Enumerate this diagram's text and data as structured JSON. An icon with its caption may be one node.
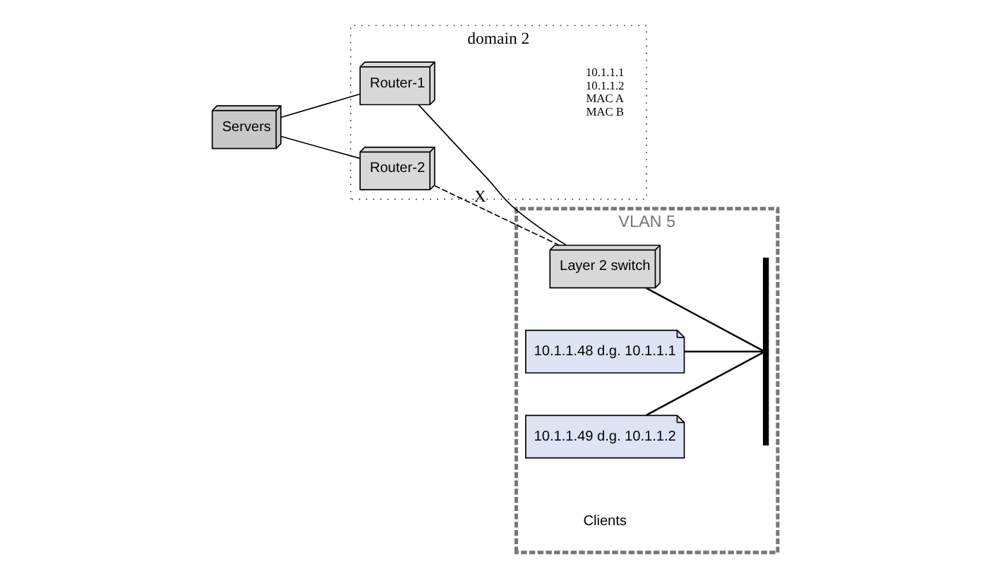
{
  "diagram": {
    "nodes": [
      {
        "text": [
          "VLAN 5"
        ]
      },
      {
        "text": [
          "domain 2"
        ]
      },
      {
        "text": [
          "Servers"
        ]
      },
      {
        "text": [
          "Router-1"
        ],
        "in": 1,
        "beside": [
          "10.1.1.1",
          "10.1.1.2",
          "MAC A",
          "MAC B"
        ]
      },
      {
        "text": [
          "Router-2"
        ],
        "in": 1
      },
      {
        "text": [
          "Layer 2 switch"
        ],
        "in": 0
      },
      {
        "text": [],
        "shape": "bar",
        "in": 0
      },
      {
        "text": [
          "10.1.1.48 d.g. 10.1.1.1"
        ],
        "in": 0
      },
      {
        "text": [
          "10.1.1.49 d.g. 10.1.1.2"
        ],
        "in": 0
      }
    ],
    "edges": [
      {
        "from": 2,
        "to": 3,
        "arrow": "none"
      },
      {
        "from": 2,
        "to": 4,
        "arrow": "none"
      },
      {
        "from": 3,
        "to": 5,
        "arrow": "none"
      },
      {
        "from": 4,
        "to": 5,
        "arrow": "none",
        "style": "dashed",
        "label": "X"
      },
      {
        "from": 5,
        "to": 6,
        "arrow": "none"
      },
      {
        "from": 7,
        "to": 6,
        "arrow": "none"
      },
      {
        "from": 8,
        "to": 6,
        "arrow": "none"
      }
    ],
    "labels": [
      "Clients"
    ]
  }
}
